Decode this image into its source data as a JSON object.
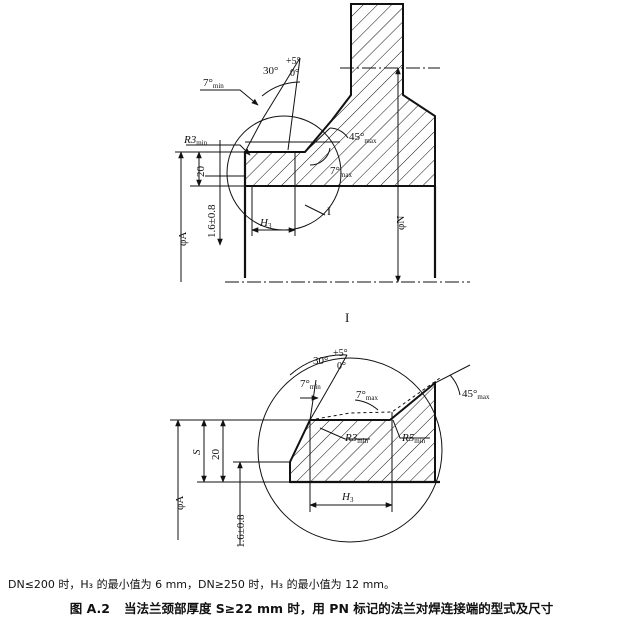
{
  "labels": {
    "angle_7min": "7°",
    "angle_7min_sub": "min",
    "angle_30": "30°",
    "tol_plus5": "+5°",
    "tol_0": "0°",
    "r3min": "R3",
    "r3min_sub": "min",
    "angle_45max": "45°",
    "angle_45max_sub": "max",
    "angle_7max": "7°",
    "angle_7max_sub": "max",
    "dim_20": "20",
    "dim_16": "1.6±0.8",
    "h3": "H",
    "h3_sub": "3",
    "detail_mark": "I",
    "phi_a": "φA",
    "phi_n": "φN",
    "detail_title": "I",
    "r5min": "R5",
    "r5min_sub": "min",
    "dim_s": "S"
  },
  "note": "DN≤200 时，H₃ 的最小值为 6 mm，DN≥250 时，H₃ 的最小值为 12 mm。",
  "caption": {
    "figure_no": "图 A.2",
    "title": "当法兰颈部厚度 S≥22 mm 时，用 PN 标记的法兰对焊连接端的型式及尺寸"
  }
}
